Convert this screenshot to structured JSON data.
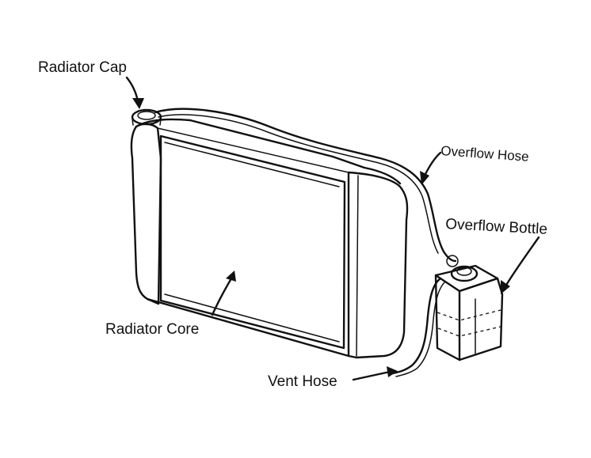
{
  "labels": {
    "radiator_cap": "Radiator Cap",
    "overflow_hose": "Overflow Hose",
    "overflow_bottle": "Overflow Bottle",
    "radiator_core": "Radiator Core",
    "vent_hose": "Vent Hose"
  }
}
